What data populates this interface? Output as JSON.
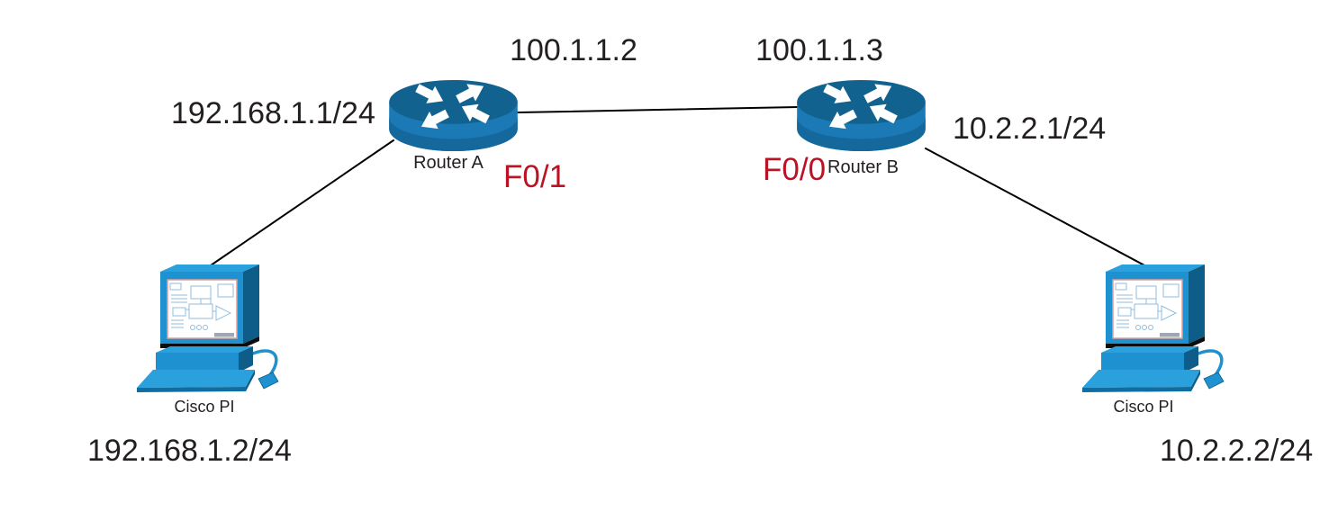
{
  "diagram": {
    "type": "network-topology",
    "colors": {
      "background": "#ffffff",
      "text": "#231f20",
      "interface_label_red": "#bb1226",
      "link_line": "#000000",
      "router_top_blue": "#12628f",
      "router_body_blue": "#1b7ab5",
      "device_blue": "#1e92d0",
      "device_blue_light": "#2aa0dc",
      "device_blue_mid": "#0f6da0",
      "device_blue_dark": "#0e5c88",
      "screen_border_pink": "#e49c96",
      "schematic_blue": "#90bedd"
    },
    "nodes": {
      "router_a": {
        "label": "Router A",
        "type": "router"
      },
      "router_b": {
        "label": "Router B",
        "type": "router"
      },
      "pc_left": {
        "label": "Cisco PI",
        "type": "workstation"
      },
      "pc_right": {
        "label": "Cisco PI",
        "type": "workstation"
      }
    },
    "addresses": {
      "router_a_wan": "100.1.1.2",
      "router_b_wan": "100.1.1.3",
      "router_a_lan": "192.168.1.1/24",
      "router_b_lan": "10.2.2.1/24",
      "pc_left_ip": "192.168.1.2/24",
      "pc_right_ip": "10.2.2.2/24"
    },
    "interfaces": {
      "router_a_port": "F0/1",
      "router_b_port": "F0/0"
    },
    "links": [
      {
        "from": "router_a",
        "to": "router_b"
      },
      {
        "from": "router_a",
        "to": "pc_left"
      },
      {
        "from": "router_b",
        "to": "pc_right"
      }
    ]
  }
}
